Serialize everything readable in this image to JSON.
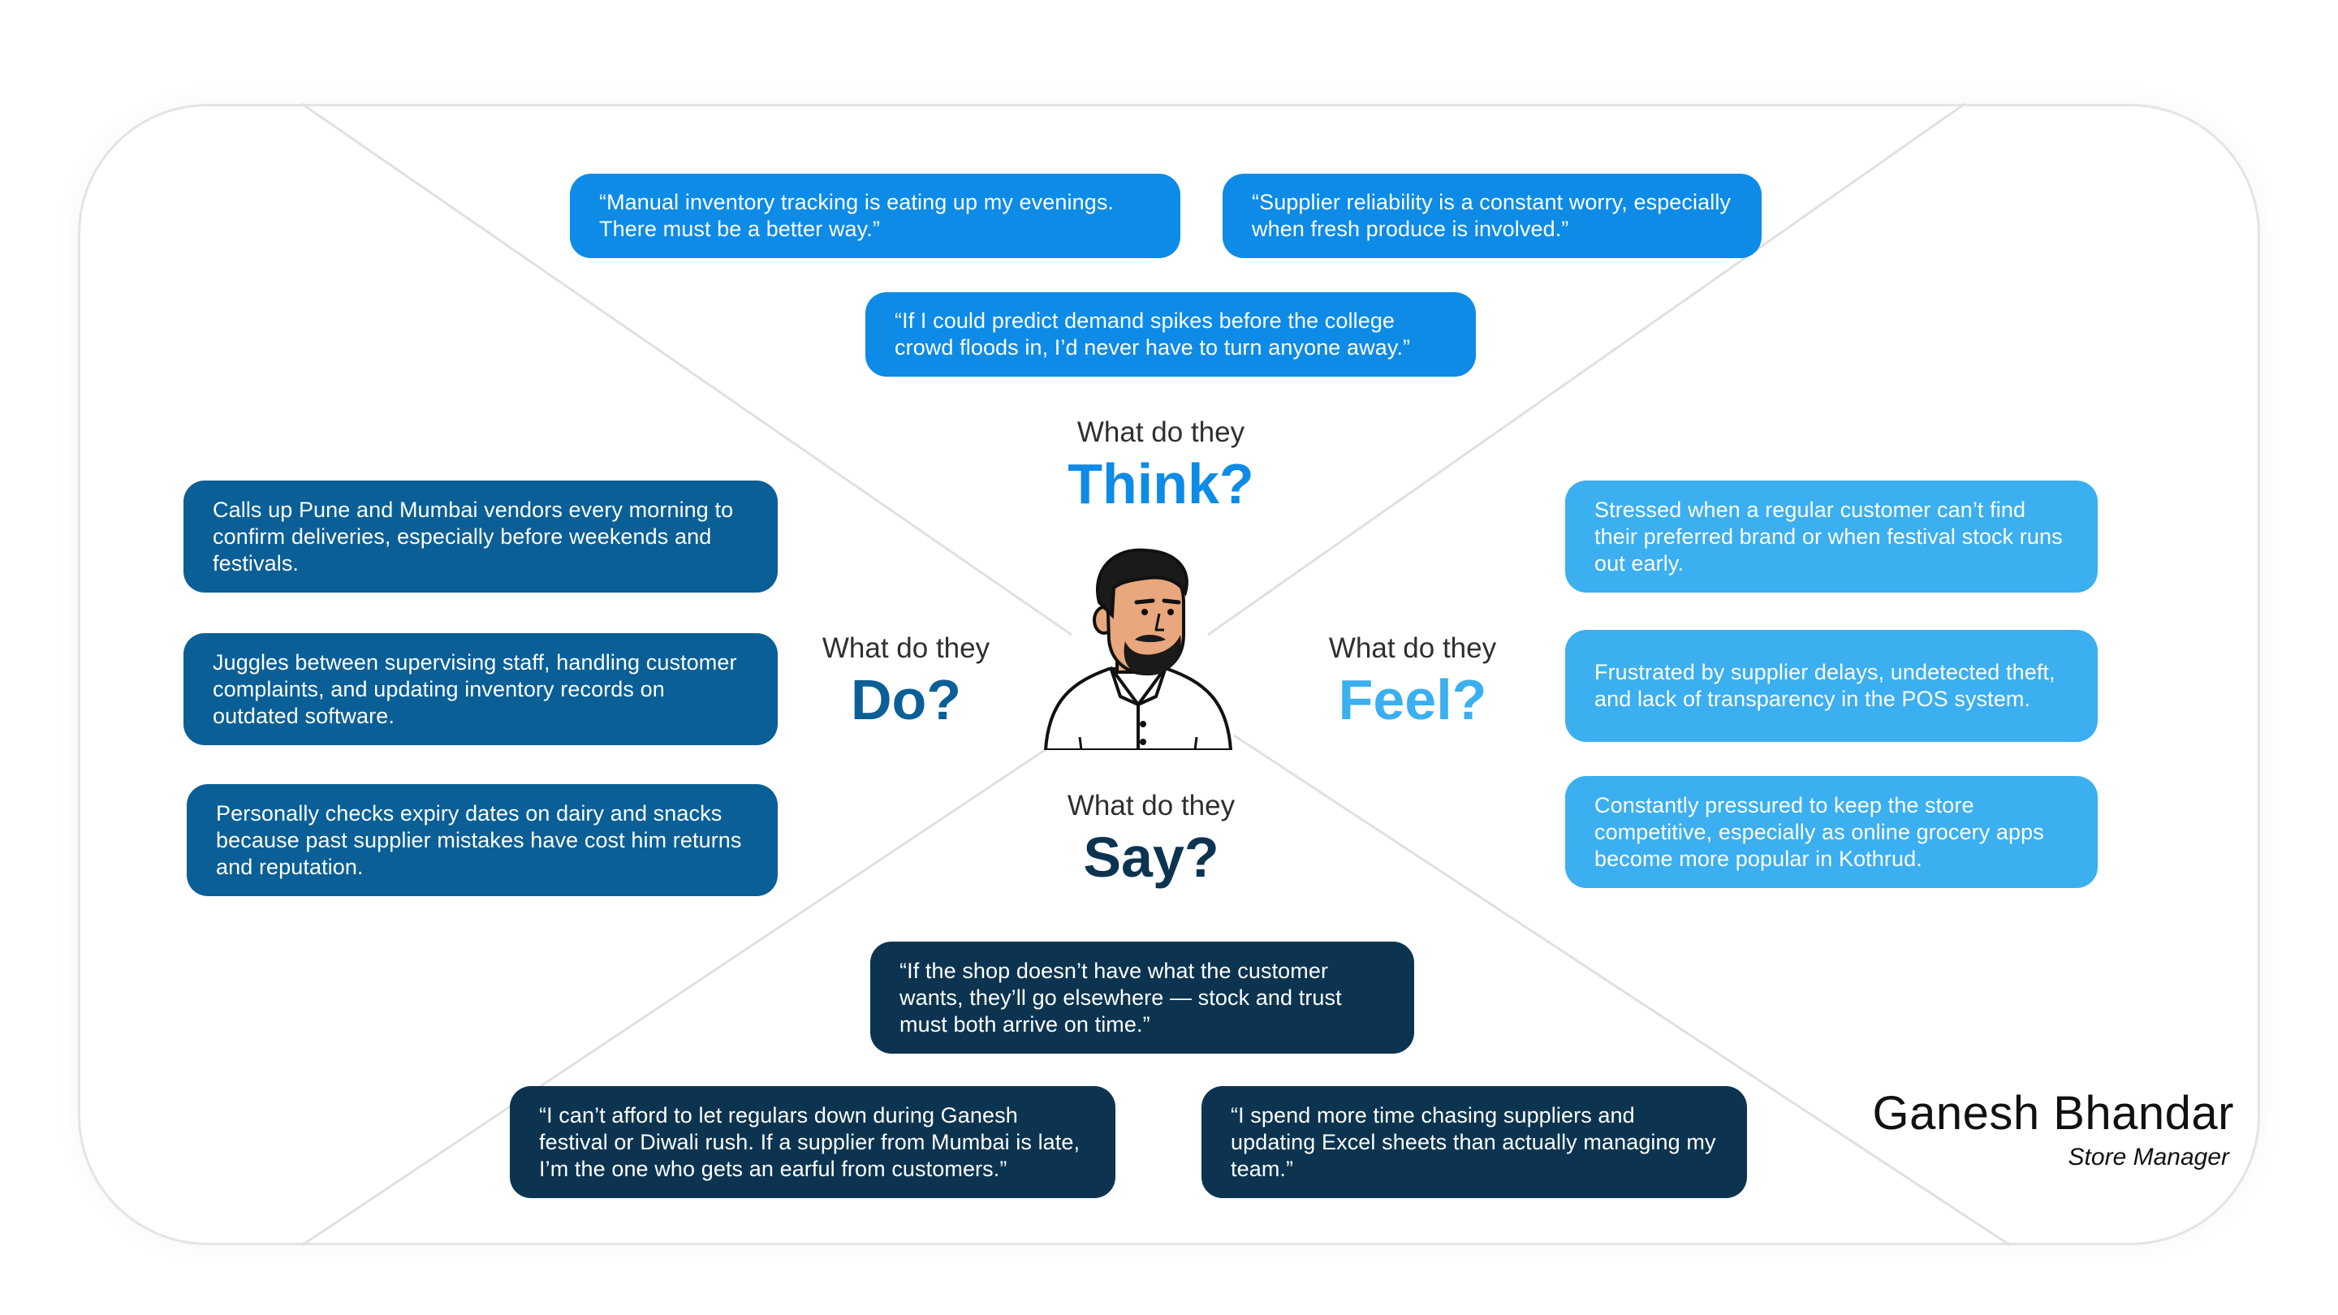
{
  "quadrants": {
    "think": {
      "question": "What do they",
      "title": "Think?",
      "items": [
        "“Manual inventory tracking is eating up my evenings. There must be a better way.”",
        "“Supplier reliability is a constant worry, especially when fresh produce is involved.”",
        "“If I could predict demand spikes before the college crowd floods in, I’d never have to turn anyone away.”"
      ]
    },
    "do": {
      "question": "What do they",
      "title": "Do?",
      "items": [
        "Calls up Pune and Mumbai vendors every morning to confirm deliveries, especially before weekends and festivals.",
        "Juggles between supervising staff, handling customer complaints, and updating inventory records on outdated software.",
        "Personally checks expiry dates on dairy and snacks because past supplier mistakes have cost him returns and reputation."
      ]
    },
    "feel": {
      "question": "What do they",
      "title": "Feel?",
      "items": [
        "Stressed when a regular customer can’t find their preferred brand or when festival stock runs out early.",
        "Frustrated by supplier delays, undetected theft, and lack of transparency in the POS system.",
        "Constantly pressured to keep the store competitive, especially as online grocery apps become more popular in Kothrud."
      ]
    },
    "say": {
      "question": "What do they",
      "title": "Say?",
      "items": [
        "“If the shop doesn’t have what the customer wants, they’ll go elsewhere — stock and trust must both arrive on time.”",
        "“I can’t afford to let regulars down during Ganesh festival or Diwali rush. If a supplier from Mumbai is late, I’m the one who gets an earful from customers.”",
        "“I spend more time chasing suppliers and updating Excel sheets than actually managing my team.”"
      ]
    }
  },
  "persona": {
    "name": "Ganesh Bhandar",
    "role": "Store Manager",
    "avatar_icon": "man-avatar-icon"
  },
  "colors": {
    "think": "#0d8be6",
    "do": "#0a5f96",
    "feel": "#3baff0",
    "say": "#0c3450",
    "frame": "#e4e4e4",
    "divider": "#e0e0e0"
  }
}
